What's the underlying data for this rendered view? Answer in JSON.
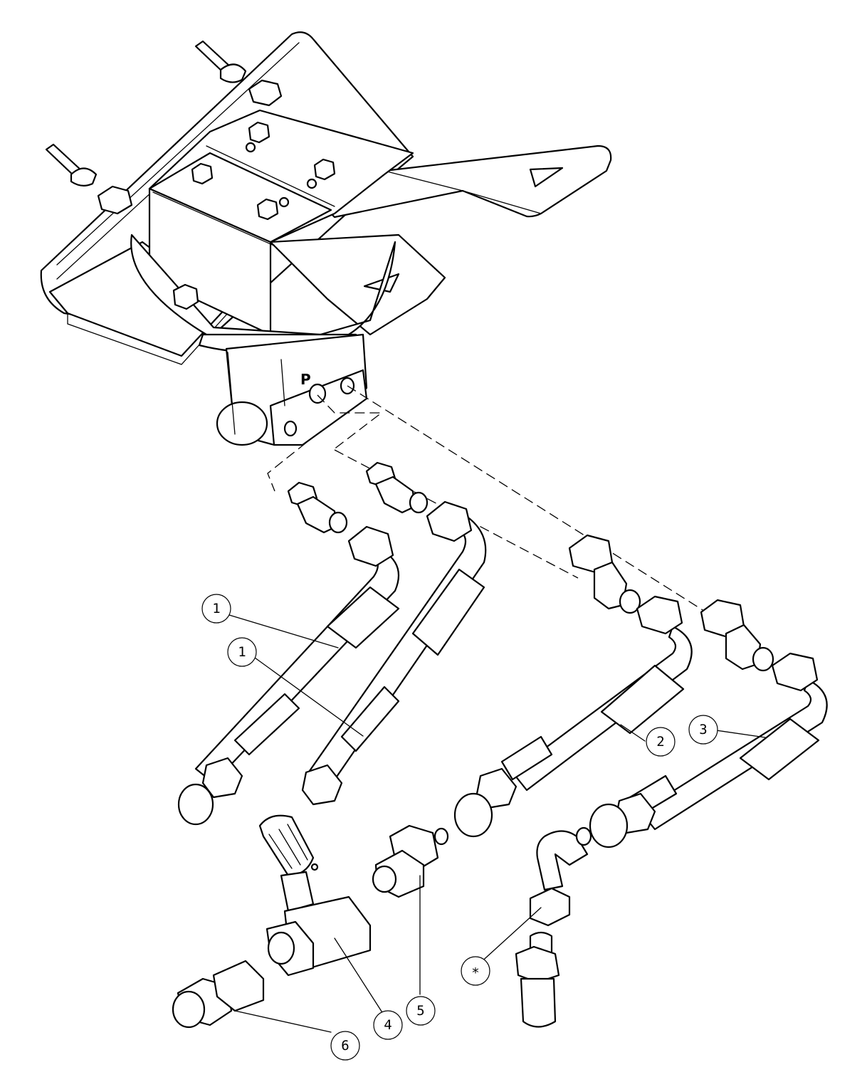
{
  "port_label": "P",
  "callouts": [
    {
      "id": "c1a",
      "label": "1"
    },
    {
      "id": "c1b",
      "label": "1"
    },
    {
      "id": "c2",
      "label": "2"
    },
    {
      "id": "c3",
      "label": "3"
    },
    {
      "id": "c4",
      "label": "4"
    },
    {
      "id": "c5",
      "label": "5"
    },
    {
      "id": "c6",
      "label": "6"
    },
    {
      "id": "cstar",
      "label": "*"
    }
  ]
}
